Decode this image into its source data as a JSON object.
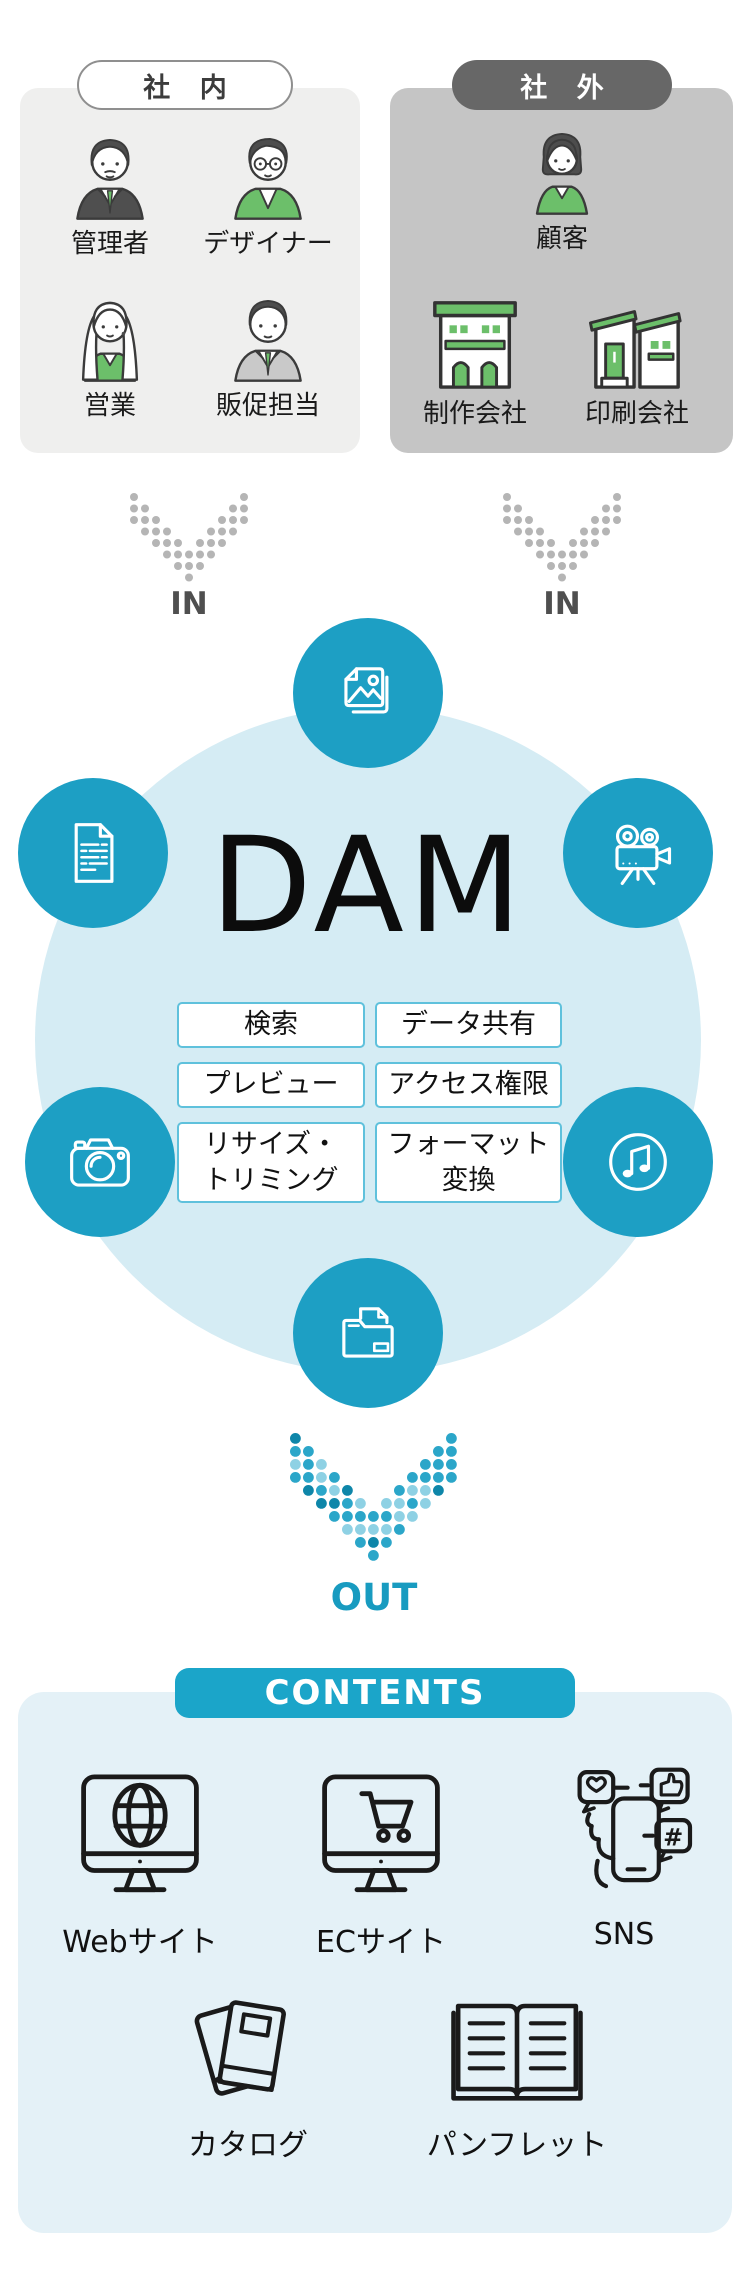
{
  "colors": {
    "teal": "#1d9fc4",
    "teal_mid": "#2ba6c9",
    "teal_dark": "#0e86a9",
    "teal_light": "#8ed1e4",
    "big_circle_bg": "#d5ecf4",
    "contents_bg": "#e4f1f7",
    "contents_bar": "#1ba5c9",
    "internal_box_bg": "#efefee",
    "external_box_bg": "#c5c5c5",
    "external_pill_bg": "#676767",
    "green": "#6cbf6a",
    "in_dot": "#b5b5b5",
    "in_text": "#4f4f4f",
    "out_text": "#189bc0",
    "feature_border": "#5fc1dc"
  },
  "internal": {
    "label": "社 内",
    "members": [
      {
        "label": "管理者",
        "icon": "manager-person-icon"
      },
      {
        "label": "デザイナー",
        "icon": "designer-person-icon"
      },
      {
        "label": "営業",
        "icon": "sales-person-icon"
      },
      {
        "label": "販促担当",
        "icon": "promotion-person-icon"
      }
    ]
  },
  "external": {
    "label": "社 外",
    "customer": {
      "label": "顧客",
      "icon": "customer-person-icon"
    },
    "companies": [
      {
        "label": "制作会社",
        "icon": "production-company-building-icon"
      },
      {
        "label": "印刷会社",
        "icon": "printing-company-building-icon"
      }
    ]
  },
  "flow": {
    "in_left": "IN",
    "in_right": "IN",
    "out": "OUT"
  },
  "dam": {
    "title": "DAM",
    "asset_icons": [
      "images-icon",
      "document-icon",
      "video-camera-icon",
      "photo-camera-icon",
      "music-icon",
      "folder-icon"
    ],
    "features": [
      {
        "l1": "検索"
      },
      {
        "l1": "データ共有"
      },
      {
        "l1": "プレビュー"
      },
      {
        "l1": "アクセス権限"
      },
      {
        "l1": "リサイズ・",
        "l2": "トリミング"
      },
      {
        "l1": "フォーマット",
        "l2": "変換"
      }
    ]
  },
  "contents": {
    "label": "CONTENTS",
    "row1": [
      {
        "label": "Webサイト",
        "icon": "web-monitor-icon"
      },
      {
        "label": "ECサイト",
        "icon": "ec-cart-monitor-icon"
      },
      {
        "label": "SNS",
        "icon": "sns-phone-icon"
      }
    ],
    "row2": [
      {
        "label": "カタログ",
        "icon": "catalog-books-icon"
      },
      {
        "label": "パンフレット",
        "icon": "pamphlet-open-book-icon"
      }
    ]
  }
}
